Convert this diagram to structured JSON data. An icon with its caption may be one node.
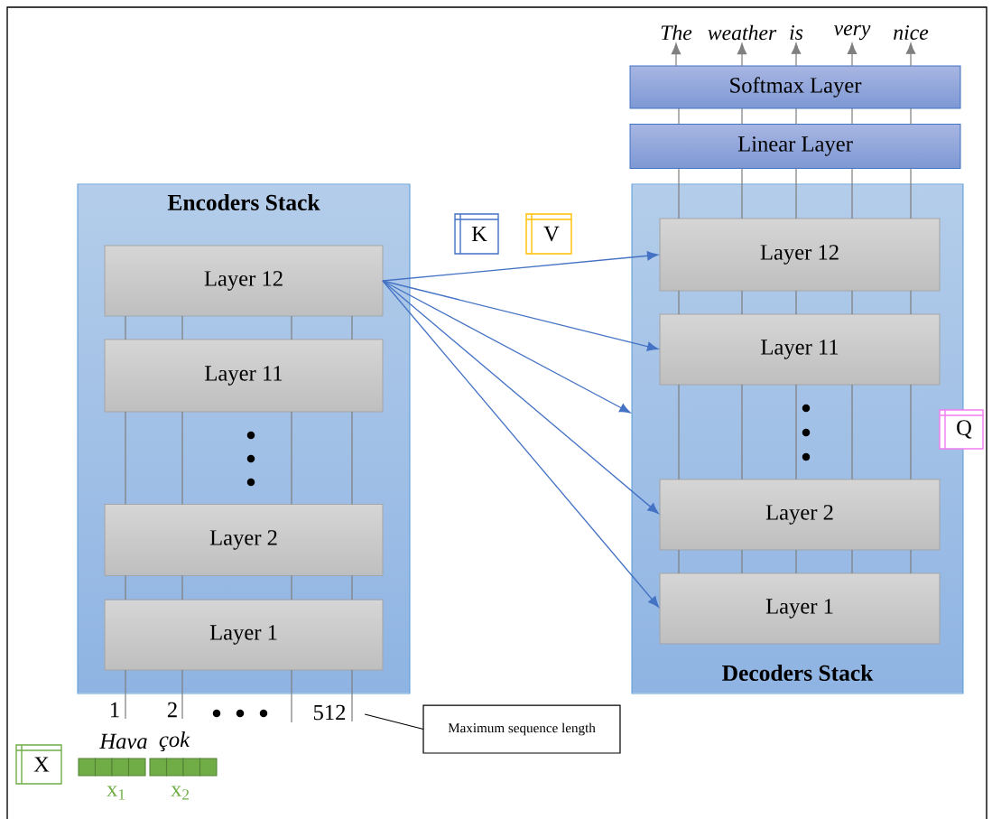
{
  "diagram": {
    "nodes": [
      {
        "text": [
          "Encoders Stack"
        ]
      },
      {
        "text": [
          "Layer 12"
        ],
        "in": 0
      },
      {
        "text": [
          "Layer 11"
        ],
        "in": 0
      },
      {
        "text": [
          "Layer 2"
        ],
        "in": 0
      },
      {
        "text": [
          "Layer 1"
        ],
        "in": 0
      },
      {
        "text": [
          "Decoders Stack"
        ]
      },
      {
        "text": [
          "Layer 12"
        ],
        "in": 5
      },
      {
        "text": [
          "Layer 11"
        ],
        "in": 5
      },
      {
        "text": [
          "Layer 2"
        ],
        "in": 5
      },
      {
        "text": [
          "Layer 1"
        ],
        "in": 5
      },
      {
        "text": [
          "Linear Layer"
        ]
      },
      {
        "text": [
          "Softmax Layer"
        ]
      },
      {
        "text": [
          "K"
        ]
      },
      {
        "text": [
          "V"
        ]
      },
      {
        "text": [
          "Q"
        ]
      },
      {
        "text": [
          "X"
        ]
      },
      {
        "text": [
          "Maximum sequence length"
        ]
      },
      {
        "text": [
          "The"
        ]
      },
      {
        "text": [
          "weather"
        ]
      },
      {
        "text": [
          "is"
        ]
      },
      {
        "text": [
          "very"
        ]
      },
      {
        "text": [
          "nice"
        ]
      },
      {
        "text": [
          "1"
        ]
      },
      {
        "text": [
          "2"
        ]
      },
      {
        "text": [
          "512"
        ]
      }
    ],
    "edges": [
      {
        "from": 1,
        "to": 6,
        "arrow": "to",
        "color": "#4472c4"
      },
      {
        "from": 1,
        "to": 7,
        "arrow": "to",
        "color": "#4472c4"
      },
      {
        "from": 1,
        "to": 5,
        "arrow": "to",
        "color": "#4472c4"
      },
      {
        "from": 1,
        "to": 8,
        "arrow": "to",
        "color": "#4472c4"
      },
      {
        "from": 1,
        "to": 9,
        "arrow": "to",
        "color": "#4472c4"
      },
      {
        "from": 2,
        "to": 1,
        "arrow": "none"
      },
      {
        "from": 2,
        "to": 1,
        "arrow": "none"
      },
      {
        "from": 2,
        "to": 1,
        "arrow": "none"
      },
      {
        "from": 2,
        "to": 1,
        "arrow": "none"
      },
      {
        "from": 3,
        "to": 2,
        "arrow": "none"
      },
      {
        "from": 3,
        "to": 2,
        "arrow": "none"
      },
      {
        "from": 3,
        "to": 2,
        "arrow": "none"
      },
      {
        "from": 3,
        "to": 2,
        "arrow": "none"
      },
      {
        "from": 4,
        "to": 3,
        "arrow": "none"
      },
      {
        "from": 4,
        "to": 3,
        "arrow": "none"
      },
      {
        "from": 4,
        "to": 3,
        "arrow": "none"
      },
      {
        "from": 4,
        "to": 3,
        "arrow": "none"
      },
      {
        "from": 22,
        "to": 4,
        "arrow": "none"
      },
      {
        "from": 23,
        "to": 4,
        "arrow": "none"
      },
      {
        "from": null,
        "to": 4,
        "arrow": "none"
      },
      {
        "from": 24,
        "to": 4,
        "arrow": "none"
      },
      {
        "from": 9,
        "to": 8,
        "arrow": "none"
      },
      {
        "from": 9,
        "to": 8,
        "arrow": "none"
      },
      {
        "from": 9,
        "to": 8,
        "arrow": "none"
      },
      {
        "from": 9,
        "to": 8,
        "arrow": "none"
      },
      {
        "from": 9,
        "to": 8,
        "arrow": "none"
      },
      {
        "from": 8,
        "to": 7,
        "arrow": "none"
      },
      {
        "from": 8,
        "to": 7,
        "arrow": "none"
      },
      {
        "from": 8,
        "to": 7,
        "arrow": "none"
      },
      {
        "from": 8,
        "to": 7,
        "arrow": "none"
      },
      {
        "from": 8,
        "to": 7,
        "arrow": "none"
      },
      {
        "from": 7,
        "to": 6,
        "arrow": "none"
      },
      {
        "from": 7,
        "to": 6,
        "arrow": "none"
      },
      {
        "from": 7,
        "to": 6,
        "arrow": "none"
      },
      {
        "from": 7,
        "to": 6,
        "arrow": "none"
      },
      {
        "from": 7,
        "to": 6,
        "arrow": "none"
      },
      {
        "from": 6,
        "to": 10,
        "arrow": "none"
      },
      {
        "from": 6,
        "to": 10,
        "arrow": "none"
      },
      {
        "from": 6,
        "to": 10,
        "arrow": "none"
      },
      {
        "from": 6,
        "to": 10,
        "arrow": "none"
      },
      {
        "from": 6,
        "to": 10,
        "arrow": "none"
      },
      {
        "from": 10,
        "to": 11,
        "arrow": "none"
      },
      {
        "from": 10,
        "to": 11,
        "arrow": "none"
      },
      {
        "from": 10,
        "to": 11,
        "arrow": "none"
      },
      {
        "from": 10,
        "to": 11,
        "arrow": "none"
      },
      {
        "from": 10,
        "to": 11,
        "arrow": "none"
      },
      {
        "from": 11,
        "to": 17,
        "arrow": "to"
      },
      {
        "from": 11,
        "to": 18,
        "arrow": "to"
      },
      {
        "from": 11,
        "to": 19,
        "arrow": "to"
      },
      {
        "from": 11,
        "to": 20,
        "arrow": "to"
      },
      {
        "from": 11,
        "to": 21,
        "arrow": "to"
      },
      {
        "from": 16,
        "to": 24,
        "arrow": "none",
        "color": "#000000"
      }
    ],
    "labels": [
      "Hava",
      "çok",
      "x$_{1}$",
      "x$_{2}$"
    ]
  }
}
